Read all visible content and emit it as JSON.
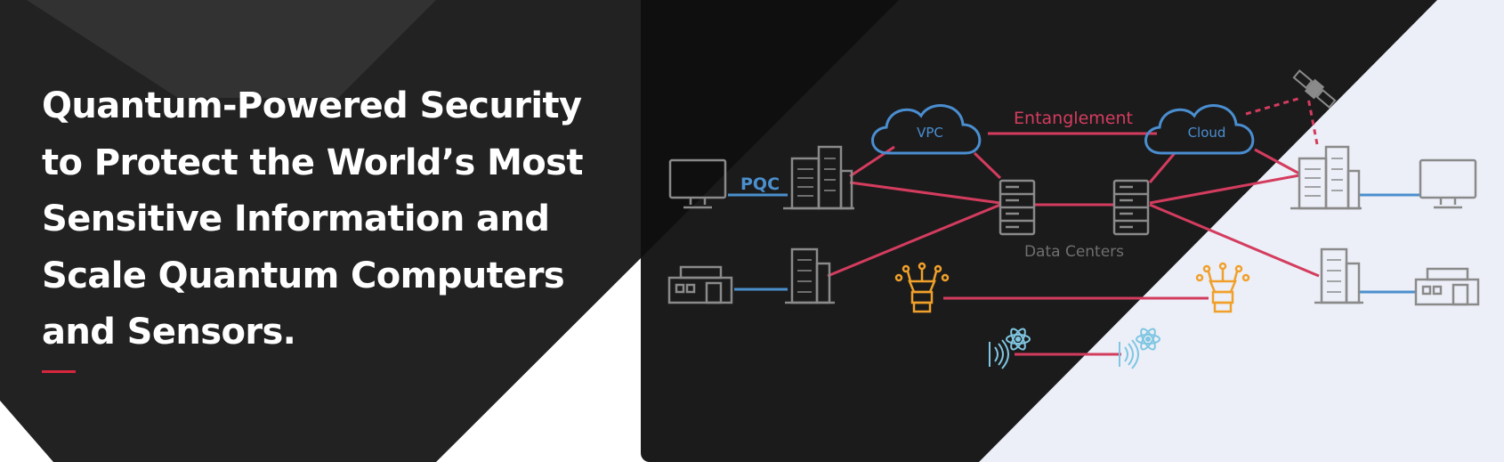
{
  "hero": {
    "title": "Quantum-Powered Security\nto Protect the World’s Most\nSensitive Information and\nScale Quantum Computers\nand Sensors."
  },
  "diagram": {
    "labels": {
      "pqc": "PQC",
      "vpc": "VPC",
      "entanglement": "Entanglement",
      "cloud": "Cloud",
      "data_centers": "Data Centers"
    },
    "colors": {
      "page_dark": "#222223",
      "panel_dark": "#1b1b1c",
      "panel_light": "#eceff8",
      "link_red": "#d43c5e",
      "classical_blue": "#4b8fcd",
      "cloud_blue": "#4a8ed0",
      "icon_gray": "#8a8a8a",
      "quantum_orange": "#f0a02a",
      "sensor_blue": "#7fc6e2",
      "accent_red": "#d7263d"
    },
    "icons": [
      "monitor-icon",
      "building-icon",
      "warehouse-icon",
      "cloud-icon",
      "server-rack-icon",
      "satellite-icon",
      "quantum-computer-icon",
      "quantum-sensor-icon"
    ]
  }
}
